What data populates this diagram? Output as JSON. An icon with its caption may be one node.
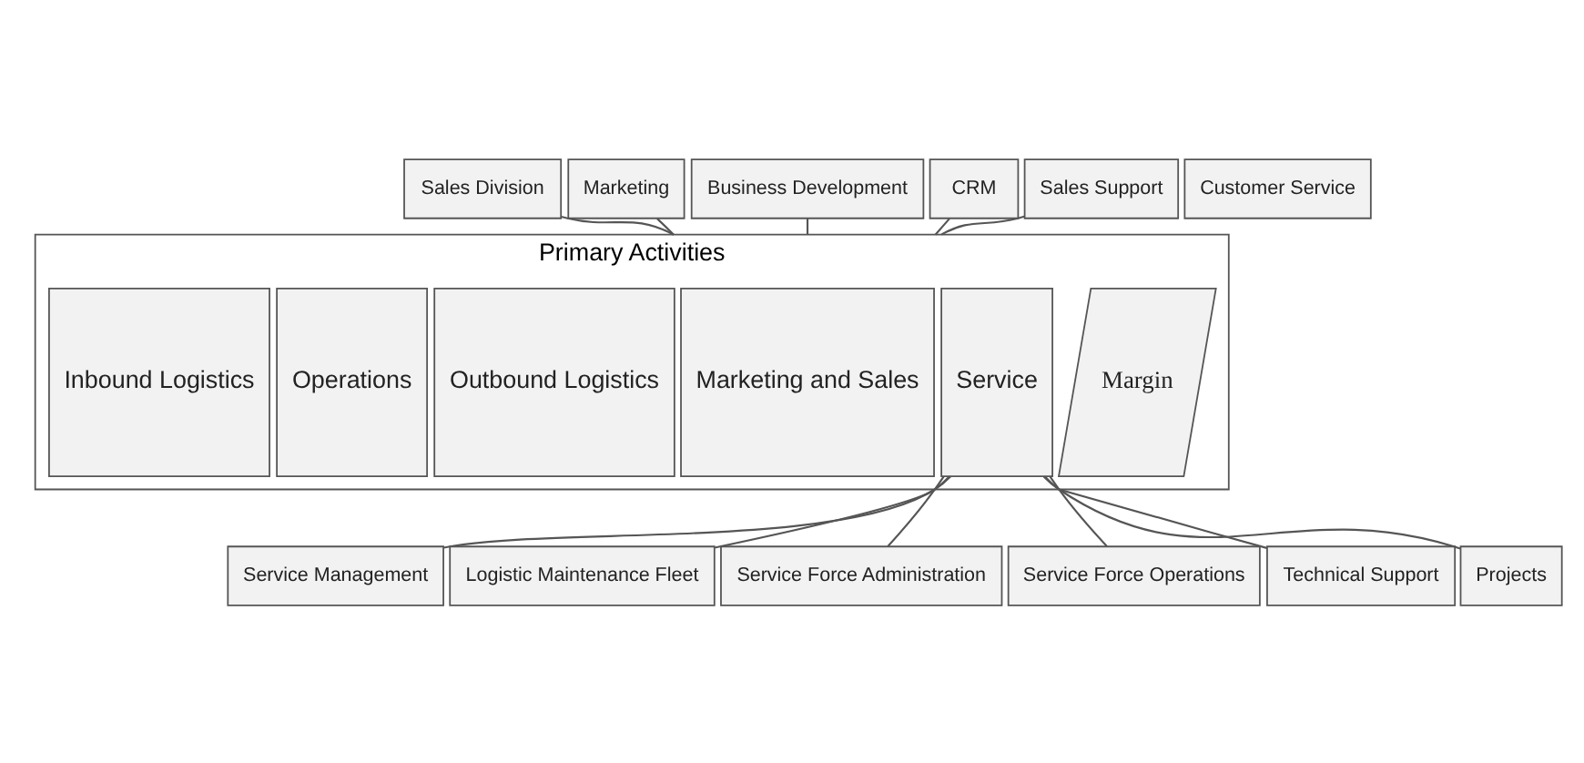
{
  "diagram": {
    "nodes": [
      {
        "text": [
          "Sales Division"
        ]
      },
      {
        "text": [
          "Marketing"
        ]
      },
      {
        "text": [
          "Business Development"
        ]
      },
      {
        "text": [
          "CRM"
        ]
      },
      {
        "text": [
          "Sales Support"
        ]
      },
      {
        "text": [
          "Customer Service"
        ]
      },
      {
        "text": [
          "Primary Activities"
        ]
      },
      {
        "text": [
          "Inbound Logistics"
        ],
        "in": 6
      },
      {
        "text": [
          "Operations"
        ],
        "in": 6
      },
      {
        "text": [
          "Outbound Logistics"
        ],
        "in": 6
      },
      {
        "text": [
          "Marketing and Sales"
        ],
        "in": 6
      },
      {
        "text": [
          "Service"
        ],
        "in": 6
      },
      {
        "text": [
          "Margin"
        ],
        "in": 6
      },
      {
        "text": [
          "Service Management"
        ]
      },
      {
        "text": [
          "Logistic Maintenance Fleet"
        ]
      },
      {
        "text": [
          "Service Force Administration"
        ]
      },
      {
        "text": [
          "Service Force Operations"
        ]
      },
      {
        "text": [
          "Technical Support"
        ]
      },
      {
        "text": [
          "Projects"
        ]
      }
    ],
    "edges": [
      {
        "from": 0,
        "to": 6,
        "arrow": "none"
      },
      {
        "from": 1,
        "to": 6,
        "arrow": "none"
      },
      {
        "from": 2,
        "to": 6,
        "arrow": "none"
      },
      {
        "from": 3,
        "to": 6,
        "arrow": "none"
      },
      {
        "from": 4,
        "to": 6,
        "arrow": "none"
      },
      {
        "from": 11,
        "to": 13,
        "arrow": "none"
      },
      {
        "from": 11,
        "to": 14,
        "arrow": "none"
      },
      {
        "from": 11,
        "to": 15,
        "arrow": "none"
      },
      {
        "from": 11,
        "to": 16,
        "arrow": "none"
      },
      {
        "from": 11,
        "to": 17,
        "arrow": "none"
      },
      {
        "from": 11,
        "to": 18,
        "arrow": "none"
      }
    ]
  }
}
